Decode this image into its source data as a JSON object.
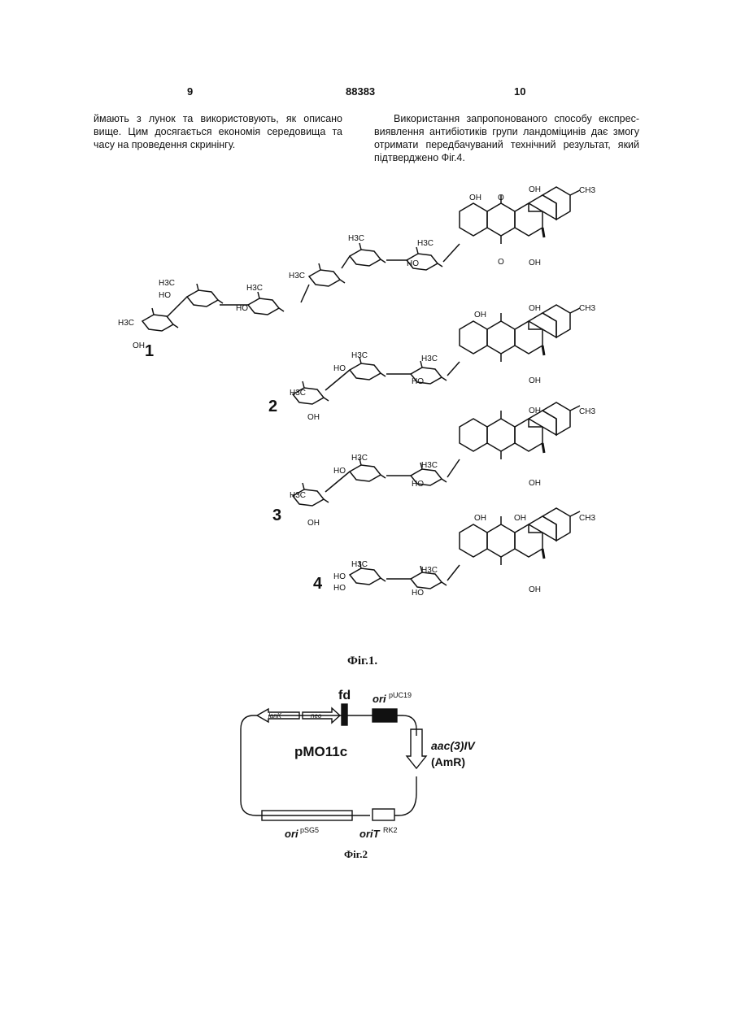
{
  "header": {
    "left_page": "9",
    "doc_number": "88383",
    "right_page": "10"
  },
  "text": {
    "left": "ймають з лунок та використовують, як описано вище. Цим досягається економія середовища та часу на проведення скринінгу.",
    "right": "Використання запропонованого способу експрес-виявлення антибіотиків групи ландоміцинів дає змогу отримати передбачуваний технічний результат, який підтверджено Фіг.4."
  },
  "figure1": {
    "caption": "Фіг.1.",
    "compounds": [
      {
        "number": "1"
      },
      {
        "number": "2"
      },
      {
        "number": "3"
      },
      {
        "number": "4"
      }
    ],
    "labels": {
      "oh": "OH",
      "o": "O",
      "ho": "HO",
      "ch3": "CH3",
      "h3c": "H3C"
    }
  },
  "figure2": {
    "caption": "Фіг.2",
    "plasmid": "pMO11c",
    "genes": {
      "lanK": "lanK",
      "neo": "neo",
      "fd": "fd",
      "ori_puc": "ori",
      "ori_puc_sup": "pUC19",
      "aac": "aac(3)IV",
      "amr": "(AmR)",
      "ori_psg": "ori",
      "ori_psg_sup": "pSG5",
      "orit": "oriT",
      "orit_sup": "RK2"
    }
  }
}
